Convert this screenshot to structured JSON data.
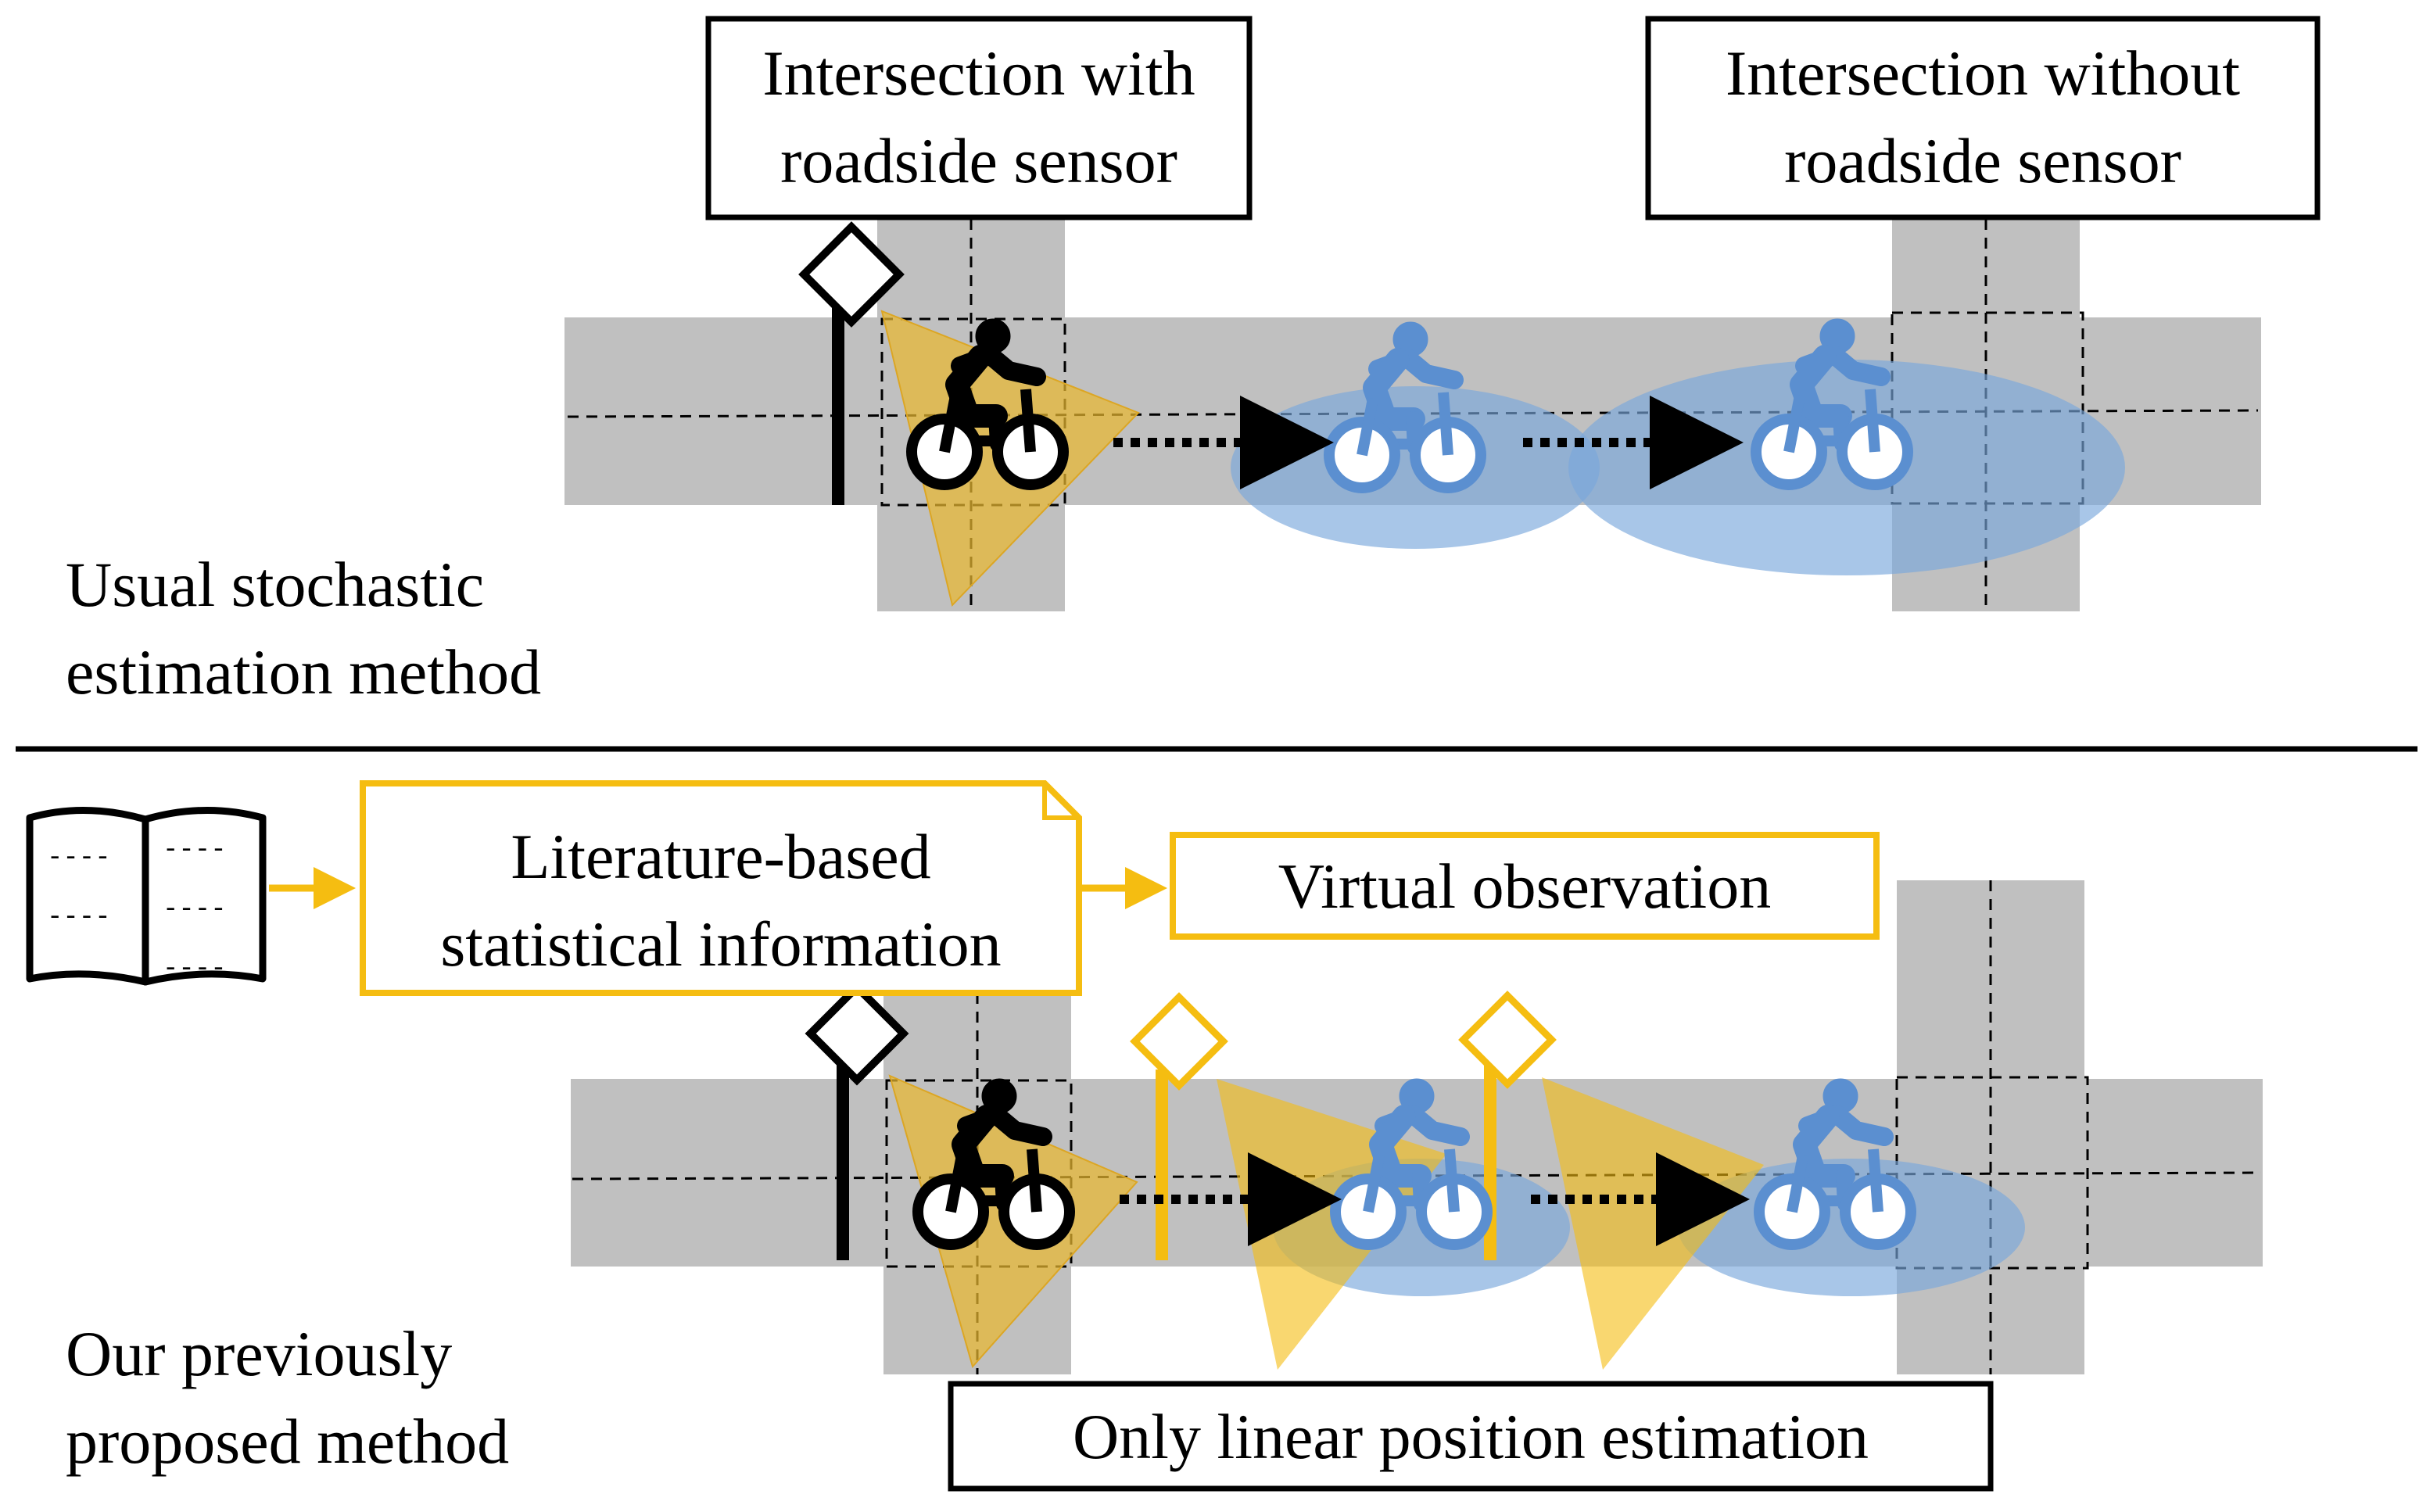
{
  "top_panel": {
    "callout_with_sensor": [
      "Intersection with",
      "roadside sensor"
    ],
    "callout_without_sensor": [
      "Intersection without",
      "roadside sensor"
    ],
    "method_label": [
      "Usual stochastic",
      "estimation method"
    ]
  },
  "bottom_panel": {
    "literature_box": [
      "Literature-based",
      "statistical information"
    ],
    "virtual_observation": "Virtual observation",
    "book_dashes": [
      "----",
      "----",
      "----",
      "----",
      "----",
      "----"
    ],
    "method_label": [
      "Our previously",
      "proposed method"
    ],
    "note": "Only linear position estimation"
  },
  "colors": {
    "road": "#c0c0c0",
    "sensor_fan": "#e8b730",
    "virtual_sensor": "#f5bd11",
    "estimate_ellipse": "#7aa7db",
    "estimated_cyclist": "#5b8fd0",
    "observed_cyclist": "#000000"
  },
  "icons": [
    "book-icon",
    "roadside-sensor-icon",
    "virtual-sensor-icon",
    "cyclist-icon"
  ]
}
